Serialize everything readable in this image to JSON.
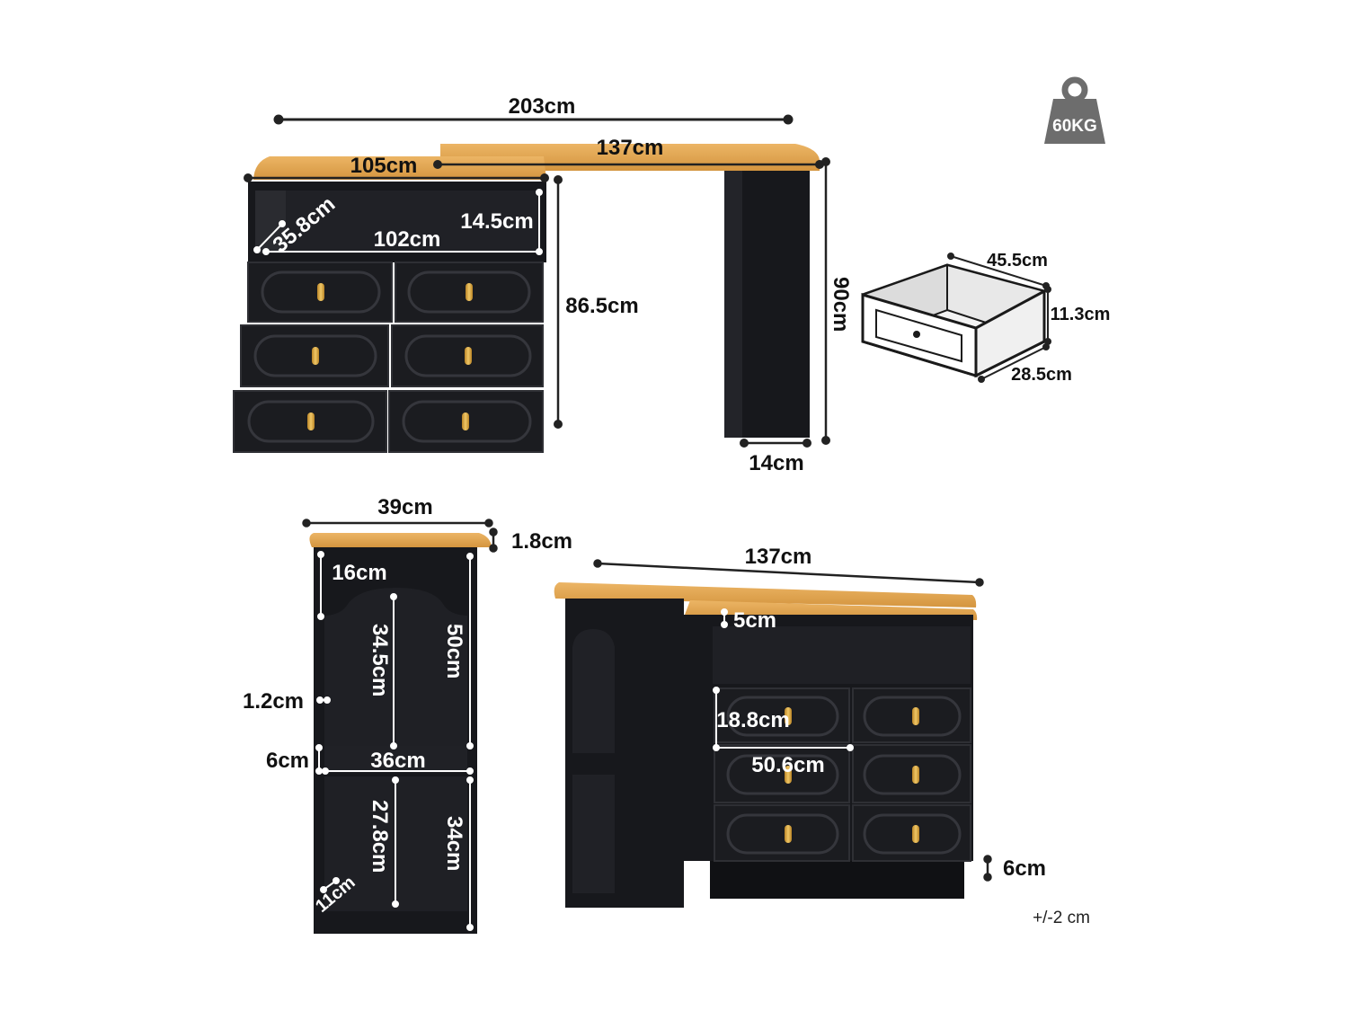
{
  "colors": {
    "wood": "#e2a552",
    "wood_dark": "#c4853a",
    "cabinet": "#17181c",
    "cabinet_edge": "#2b2c31",
    "handle": "#d9a43c",
    "dim_line_dark": "#222222",
    "dim_line_light": "#ffffff",
    "weight_icon": "#6d6d6d"
  },
  "weight": {
    "icon": "weight-icon",
    "label": "60KG"
  },
  "tolerance": "+/-2 cm",
  "top_view": {
    "total_width": "203cm",
    "left_top_width": "105cm",
    "right_top_width": "137cm",
    "shelf_depth": "35.8cm",
    "shelf_height": "14.5cm",
    "shelf_width": "102cm",
    "cabinet_height": "86.5cm",
    "desk_height": "90cm",
    "leg_width": "14cm"
  },
  "drawer": {
    "width": "45.5cm",
    "height": "11.3cm",
    "depth": "28.5cm"
  },
  "side_view": {
    "width": "39cm",
    "top_thickness": "1.8cm",
    "arch_height": "16cm",
    "upper_opening_height": "34.5cm",
    "upper_total_height": "50cm",
    "panel_thickness": "1.2cm",
    "divider_thickness": "6cm",
    "inner_width": "36cm",
    "lower_opening_height": "27.8cm",
    "lower_total_height": "34cm",
    "base_depth": "11cm"
  },
  "combined_view": {
    "top_width": "137cm",
    "gap": "5cm",
    "drawer_height": "18.8cm",
    "drawer_width": "50.6cm",
    "plinth_height": "6cm"
  }
}
